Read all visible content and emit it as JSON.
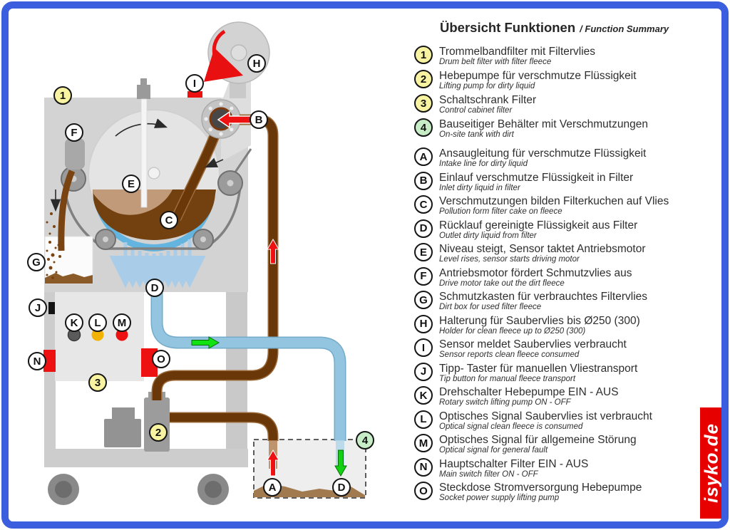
{
  "title": {
    "de": "Übersicht Funktionen",
    "en": "/ Function Summary"
  },
  "legend": {
    "numbered": [
      {
        "id": "1",
        "de": "Trommelbandfilter mit Filtervlies",
        "en": "Drum belt filter with filter fleece"
      },
      {
        "id": "2",
        "de": "Hebepumpe für verschmutze Flüssigkeit",
        "en": "Lifting pump for dirty liquid"
      },
      {
        "id": "3",
        "de": "Schaltschrank Filter",
        "en": "Control cabinet filter"
      },
      {
        "id": "4",
        "de": "Bauseitiger Behälter mit Verschmutzungen",
        "en": "On-site tank with dirt"
      }
    ],
    "lettered": [
      {
        "id": "A",
        "de": "Ansaugleitung für verschmutze Flüssigkeit",
        "en": "Intake line for dirty liquid"
      },
      {
        "id": "B",
        "de": "Einlauf verschmutze Flüssigkeit in Filter",
        "en": "Inlet dirty liquid in filter"
      },
      {
        "id": "C",
        "de": "Verschmutzungen bilden Filterkuchen auf Vlies",
        "en": "Pollution form filter cake on fleece"
      },
      {
        "id": "D",
        "de": "Rücklauf gereinigte Flüssigkeit aus Filter",
        "en": "Outlet dirty liquid from filter"
      },
      {
        "id": "E",
        "de": "Niveau steigt, Sensor taktet Antriebsmotor",
        "en": "Level rises, sensor starts driving motor"
      },
      {
        "id": "F",
        "de": "Antriebsmotor fördert Schmutzvlies aus",
        "en": "Drive motor take out the dirt fleece"
      },
      {
        "id": "G",
        "de": "Schmutzkasten für verbrauchtes Filtervlies",
        "en": "Dirt box for used filter fleece"
      },
      {
        "id": "H",
        "de": "Halterung für Saubervlies bis Ø250 (300)",
        "en": "Holder for clean fleece up to Ø250 (300)"
      },
      {
        "id": "I",
        "de": "Sensor meldet Saubervlies verbraucht",
        "en": "Sensor reports clean fleece consumed"
      },
      {
        "id": "J",
        "de": "Tipp- Taster für manuellen Vliestransport",
        "en": "Tip button for manual fleece transport"
      },
      {
        "id": "K",
        "de": "Drehschalter Hebepumpe EIN - AUS",
        "en": "Rotary switch lifting pump ON - OFF"
      },
      {
        "id": "L",
        "de": "Optisches Signal Saubervlies ist verbraucht",
        "en": "Optical signal clean fleece is consumed"
      },
      {
        "id": "M",
        "de": "Optisches Signal für allgemeine Störung",
        "en": "Optical signal for general fault"
      },
      {
        "id": "N",
        "de": "Hauptschalter Filter EIN - AUS",
        "en": "Main switch filter ON - OFF"
      },
      {
        "id": "O",
        "de": "Steckdose Stromversorgung Hebepumpe",
        "en": "Socket power supply lifting pump"
      }
    ]
  },
  "diagram": {
    "labels": {
      "n1": "1",
      "n2": "2",
      "n3": "3",
      "n4": "4",
      "A": "A",
      "B": "B",
      "C": "C",
      "D": "D",
      "E": "E",
      "F": "F",
      "G": "G",
      "H": "H",
      "I": "I",
      "J": "J",
      "K": "K",
      "L": "L",
      "M": "M",
      "N": "N",
      "O": "O"
    }
  },
  "branding": {
    "text": "isyko.de"
  },
  "colors": {
    "frame_blue": "#3a5ede",
    "machine_gray": "#d3d3d3",
    "pipe_brown": "#6a3708",
    "pipe_blue": "#93c4e0",
    "water_blue": "#64b4e0",
    "signal_red": "#ee1111",
    "signal_green": "#12d112",
    "badge_yellow": "#f7f3a0",
    "badge_green": "#c6edc6",
    "brand_red": "#e60000"
  }
}
